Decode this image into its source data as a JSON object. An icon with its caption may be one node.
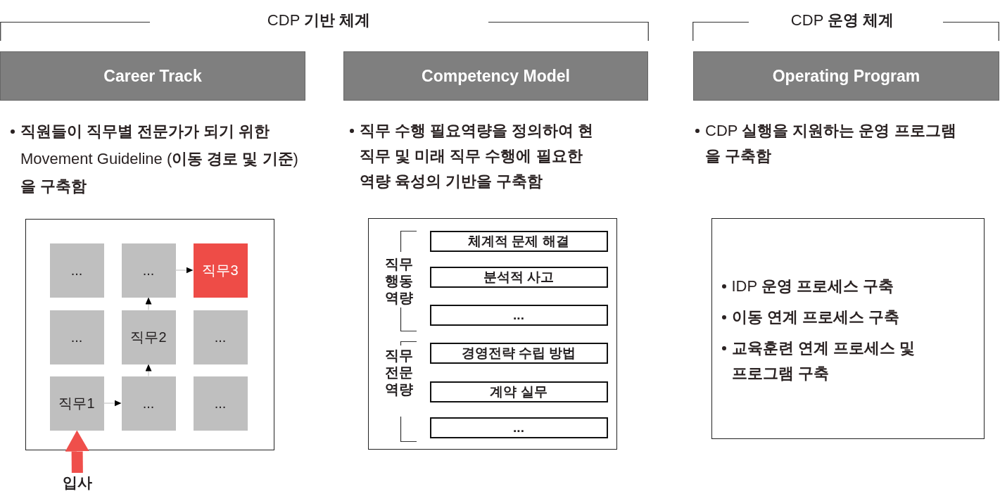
{
  "diagram": {
    "nodes": [
      {
        "text": [
          "Career Track"
        ]
      },
      {
        "text": [
          "Competency Model"
        ]
      },
      {
        "text": [
          "Operating Program"
        ]
      },
      {
        "text": [],
        "shape": "box"
      },
      {
        "text": [
          "..."
        ],
        "in": 3
      },
      {
        "text": [
          "..."
        ],
        "in": 3
      },
      {
        "text": [
          "직무3"
        ],
        "in": 3
      },
      {
        "text": [
          "..."
        ],
        "in": 3
      },
      {
        "text": [
          "직무2"
        ],
        "in": 3
      },
      {
        "text": [
          "..."
        ],
        "in": 3
      },
      {
        "text": [
          "직무1"
        ],
        "in": 3
      },
      {
        "text": [
          "..."
        ],
        "in": 3
      },
      {
        "text": [
          "..."
        ],
        "in": 3
      },
      {
        "text": [
          "입사"
        ]
      },
      {
        "text": [],
        "shape": "box"
      },
      {
        "text": [
          "체계적 문제 해결"
        ],
        "in": 14
      },
      {
        "text": [
          "분석적 사고"
        ],
        "in": 14
      },
      {
        "text": [
          "..."
        ],
        "in": 14
      },
      {
        "text": [
          "경영전략 수립 방법"
        ],
        "in": 14
      },
      {
        "text": [
          "계약 실무"
        ],
        "in": 14
      },
      {
        "text": [
          "..."
        ],
        "in": 14
      },
      {
        "text": [
          "IDP **운영 프로세스 구축**",
          "이동 연계 프로세스 구축",
          "교육훈련 연계 프로세스 및 프로그램 구축"
        ]
      }
    ],
    "edges": [
      {
        "from": 13,
        "to": 10,
        "arrow": "to",
        "style": "thick",
        "color": "#ef4f4b"
      },
      {
        "from": 10,
        "to": 11,
        "arrow": "to"
      },
      {
        "from": 11,
        "to": 8,
        "arrow": "to"
      },
      {
        "from": 8,
        "to": 5,
        "arrow": "to"
      },
      {
        "from": 5,
        "to": 6,
        "arrow": "to"
      }
    ],
    "labels": [
      "CDP **기반 체계**",
      "CDP **운영 체계**",
      "**직원들이 직무별 전문가가 되기 위한** Movement Guideline (**이동 경로 및 기준**)**을 구축함**",
      "직무 수행 필요역량을 정의하여 현 직무 및 미래 직무 수행에 필요한 역량 육성의 기반을 구축함",
      "CDP **실행을 지원하는 운영 프로그램을 구축함**",
      "직무 행동 역량",
      "직무 전문 역량"
    ]
  }
}
